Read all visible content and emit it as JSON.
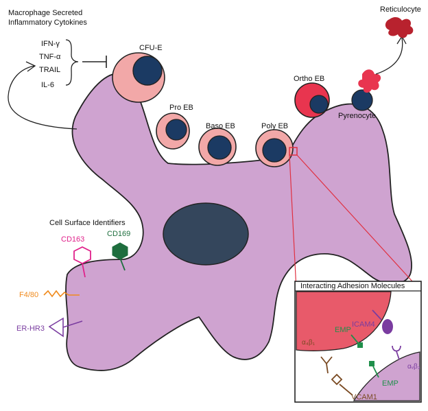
{
  "cytokines": {
    "title_line1": "Macrophage Secreted",
    "title_line2": "Inflammatory Cytokines",
    "items": [
      "IFN-γ",
      "TNF-α",
      "TRAIL",
      "IL-6"
    ]
  },
  "cells": {
    "cfue": "CFU-E",
    "proeb": "Pro EB",
    "basoeb": "Baso EB",
    "polyeb": "Poly EB",
    "orthoeb": "Ortho EB",
    "pyrenocyte": "Pyrenocyte",
    "reticulocyte": "Reticulocyte"
  },
  "surface": {
    "title": "Cell Surface Identifiers",
    "cd163": "CD163",
    "cd169": "CD169",
    "f480": "F4/80",
    "erhr3": "ER-HR3"
  },
  "inset": {
    "title": "Interacting Adhesion Molecules",
    "icam4": "ICAM4",
    "emp_top": "EMP",
    "emp_bottom": "EMP",
    "a4b1": "α₄β₁",
    "avb3": "αᵥβ₃",
    "vcam1": "VCAM1"
  },
  "colors": {
    "macrophage": "#cfa3d0",
    "early_cell": "#f2a8a8",
    "ortho_cell": "#e8354f",
    "nucleus": "#1b3a63",
    "macrophage_nucleus": "#34465c",
    "reticulocyte": "#b8222e",
    "cd163": "#e0218a",
    "cd169": "#1e6e3e",
    "f480": "#f08a1c",
    "erhr3": "#7a3ca0",
    "emp": "#1f8f4a",
    "icam4": "#7a3ca0",
    "vcam1": "#7a4a22",
    "inset_border": "#e03040"
  }
}
